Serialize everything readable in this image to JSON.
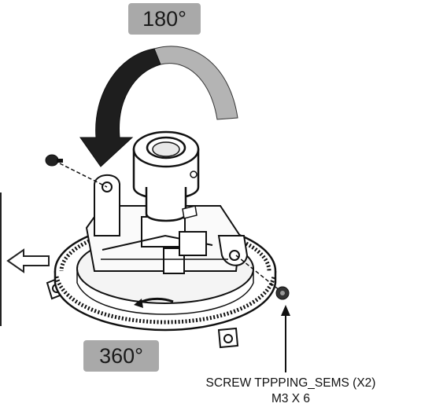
{
  "labels": {
    "tilt_angle": "180°",
    "pan_angle": "360°"
  },
  "callout": {
    "line1": "SCREW TPPPING_SEMS (X2)",
    "line2": "M3 X 6"
  },
  "colors": {
    "ink": "#111111",
    "badge_fill": "#a9a9a9",
    "arrow_dark": "#1e1e1e",
    "arrow_light": "#b4b4b4"
  },
  "icons": {
    "direction_arrow": "hollow-left-arrow-icon",
    "screw": "screw-icon"
  }
}
